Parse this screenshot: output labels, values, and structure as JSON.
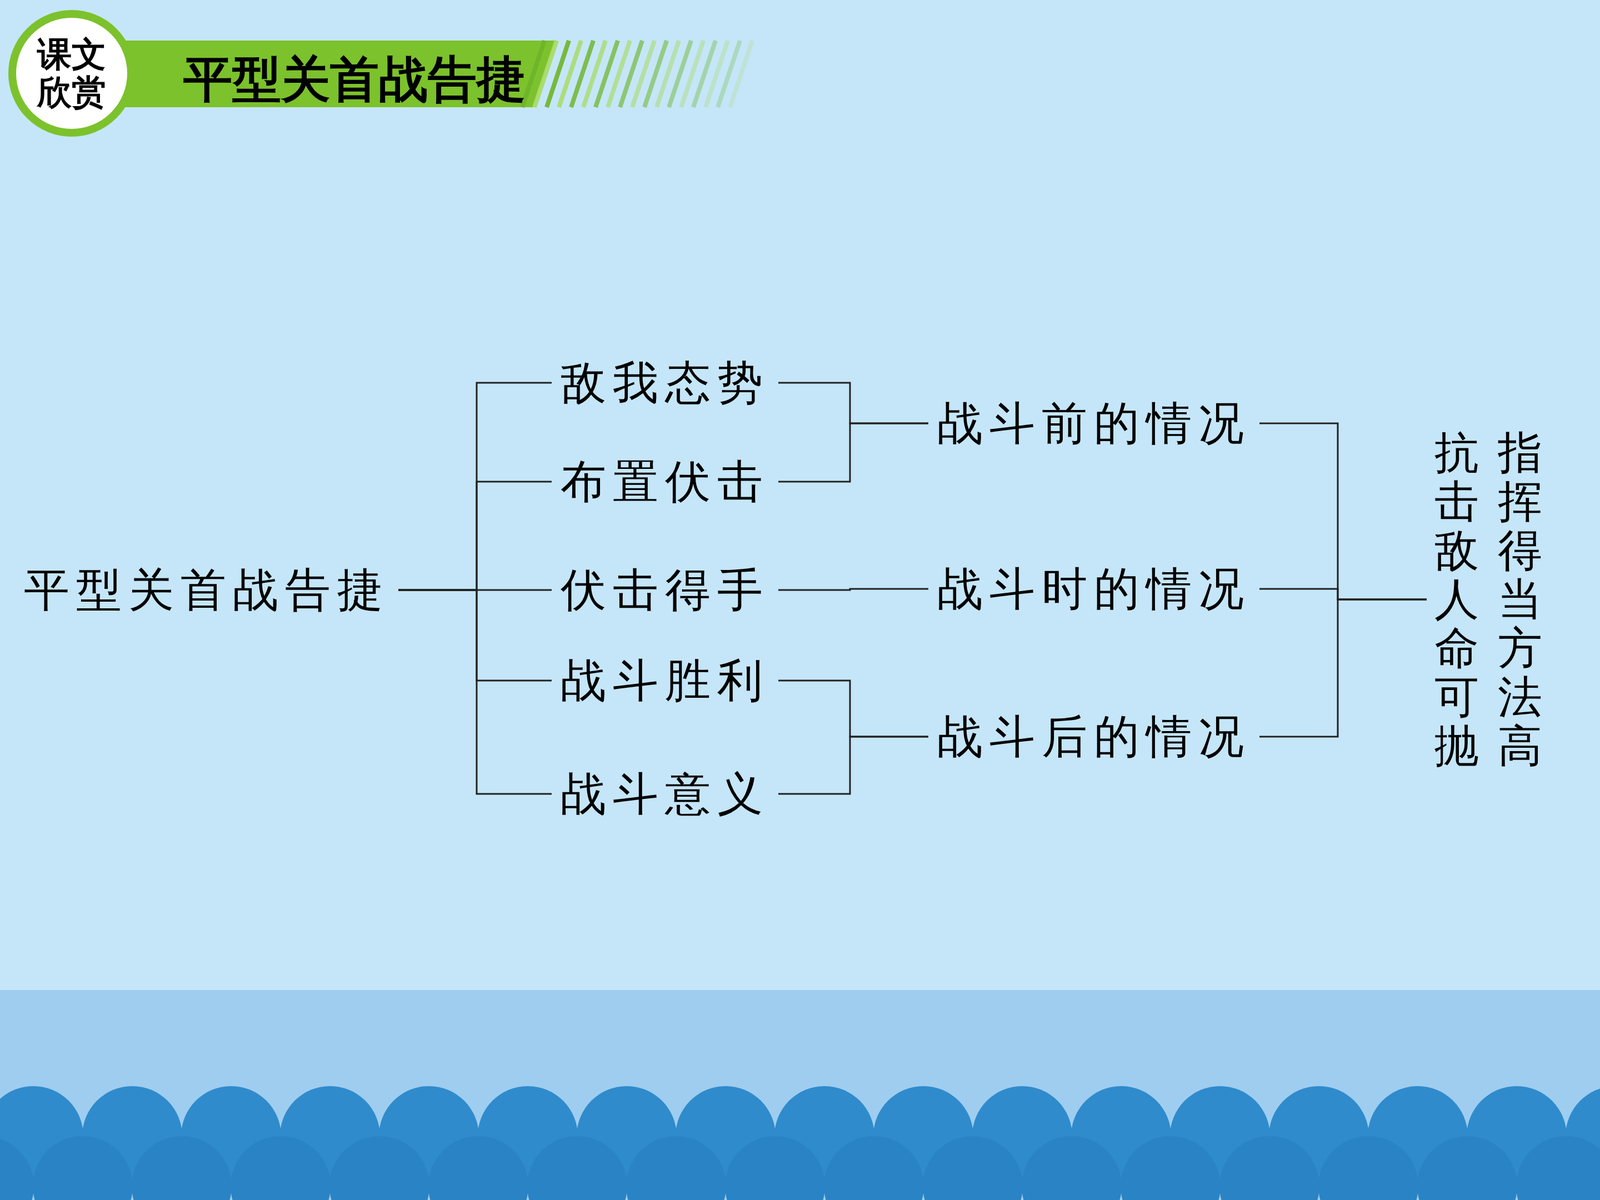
{
  "diagram": {
    "title": "平型关首战告捷",
    "nodes": [
      {
        "text": [
          "课文 欣赏"
        ]
      },
      {
        "text": [
          "平型关首战告捷"
        ]
      },
      {
        "text": [
          "敌我态势"
        ]
      },
      {
        "text": [
          "布置伏击"
        ]
      },
      {
        "text": [
          "伏击得手"
        ]
      },
      {
        "text": [
          "战斗胜利"
        ]
      },
      {
        "text": [
          "战斗意义"
        ]
      },
      {
        "text": [
          "战斗前的情况"
        ]
      },
      {
        "text": [
          "战斗时的情况"
        ]
      },
      {
        "text": [
          "战斗后的情况"
        ]
      },
      {
        "text": [
          "指挥得当方法高",
          "抗击敌人命可抛"
        ]
      }
    ],
    "edges": [
      {
        "from": 1,
        "to": 2,
        "arrow": "none"
      },
      {
        "from": 1,
        "to": 3,
        "arrow": "none"
      },
      {
        "from": 1,
        "to": 4,
        "arrow": "none"
      },
      {
        "from": 1,
        "to": 5,
        "arrow": "none"
      },
      {
        "from": 1,
        "to": 6,
        "arrow": "none"
      },
      {
        "from": 2,
        "to": 7,
        "arrow": "none"
      },
      {
        "from": 3,
        "to": 7,
        "arrow": "none"
      },
      {
        "from": 4,
        "to": 8,
        "arrow": "none"
      },
      {
        "from": 5,
        "to": 9,
        "arrow": "none"
      },
      {
        "from": 6,
        "to": 9,
        "arrow": "none"
      },
      {
        "from": 7,
        "to": 10,
        "arrow": "none"
      },
      {
        "from": 8,
        "to": 10,
        "arrow": "none"
      },
      {
        "from": 9,
        "to": 10,
        "arrow": "none"
      }
    ]
  }
}
